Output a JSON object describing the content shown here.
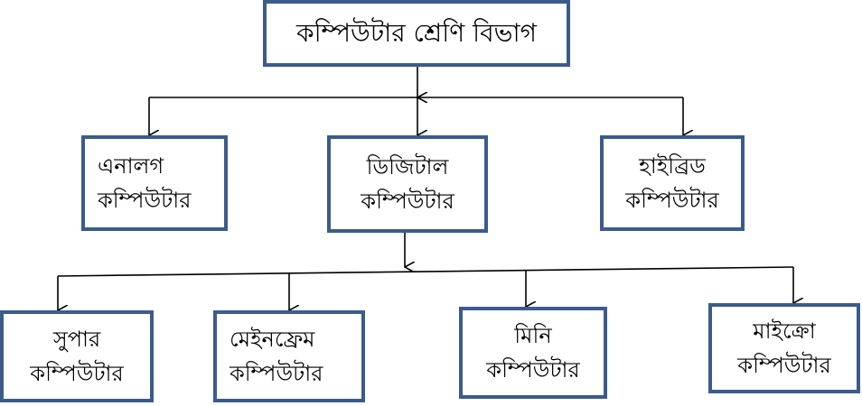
{
  "colors": {
    "box_border": "#3b5b8c",
    "line": "#000000",
    "text": "#000000"
  },
  "root": {
    "label": "কম্পিউটার শ্রেণি বিভাগ"
  },
  "level1": [
    {
      "id": "analog",
      "line1": "এনালগ",
      "line2": "কম্পিউটার"
    },
    {
      "id": "digital",
      "line1": "ডিজিটাল",
      "line2": "কম্পিউটার"
    },
    {
      "id": "hybrid",
      "line1": "হাইব্রিড",
      "line2": "কম্পিউটার"
    }
  ],
  "level2": [
    {
      "id": "super",
      "line1": "সুপার",
      "line2": "কম্পিউটার"
    },
    {
      "id": "mainframe",
      "line1": "মেইনফ্রেম",
      "line2": "কম্পিউটার"
    },
    {
      "id": "mini",
      "line1": "মিনি",
      "line2": "কম্পিউটার"
    },
    {
      "id": "micro",
      "line1": "মাইক্রো",
      "line2": "কম্পিউটার"
    }
  ]
}
